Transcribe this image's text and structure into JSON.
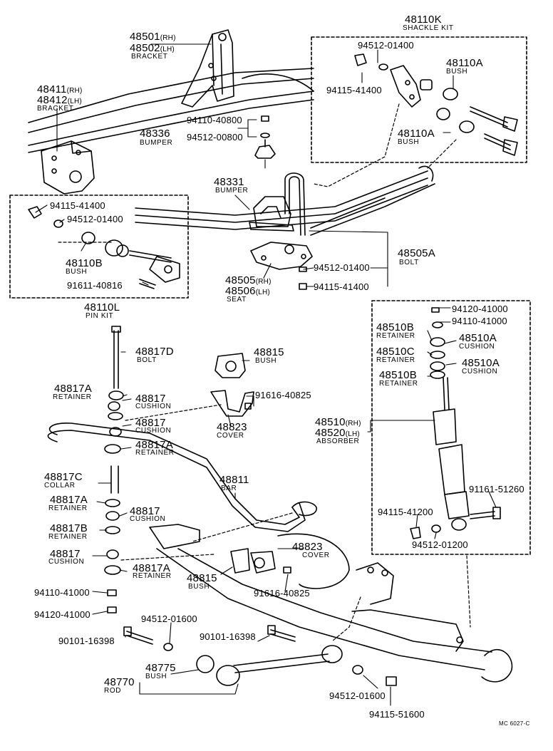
{
  "colors": {
    "ink": "#000000",
    "paper": "#ffffff"
  },
  "labels": {
    "k48110k": "48110K",
    "shackle_kit": "SHACKLE KIT",
    "k48501": "48501",
    "rh": "(RH)",
    "k48502": "48502",
    "lh": "(LH)",
    "bracket": "BRACKET",
    "k48411": "48411",
    "k48412": "48412",
    "k94512_01400": "94512-01400",
    "k94115_41400": "94115-41400",
    "k48110a": "48110A",
    "bush": "BUSH",
    "k94110_40800": "94110-40800",
    "k48336": "48336",
    "k94512_00800": "94512-00800",
    "bumper": "BUMPER",
    "k48331": "48331",
    "k48110b": "48110B",
    "k91611_40816": "91611-40816",
    "k48110l": "48110L",
    "pin_kit": "PIN KIT",
    "k48505a": "48505A",
    "bolt": "BOLT",
    "k48505": "48505",
    "k48506": "48506",
    "seat": "SEAT",
    "k48817d": "48817D",
    "k48815": "48815",
    "k48817a": "48817A",
    "retainer": "RETAINER",
    "k48817": "48817",
    "cushion": "CUSHION",
    "k91616_40825": "91616-40825",
    "k48823": "48823",
    "cover": "COVER",
    "k48817c": "48817C",
    "collar": "COLLAR",
    "k48811": "48811",
    "bar": "BAR",
    "k48817b": "48817B",
    "k94110_41000": "94110-41000",
    "k94120_41000": "94120-41000",
    "k48510b": "48510B",
    "k48510a": "48510A",
    "k48510c": "48510C",
    "k48510": "48510",
    "k48520": "48520",
    "absorber": "ABSORBER",
    "k91161_51260": "91161-51260",
    "k94115_41200": "94115-41200",
    "k94512_01200": "94512-01200",
    "k94512_01600": "94512-01600",
    "k90101_16398": "90101-16398",
    "k48775": "48775",
    "k48770": "48770",
    "rod": "ROD",
    "k94115_51600": "94115-51600",
    "code": "MC 6027-C"
  }
}
